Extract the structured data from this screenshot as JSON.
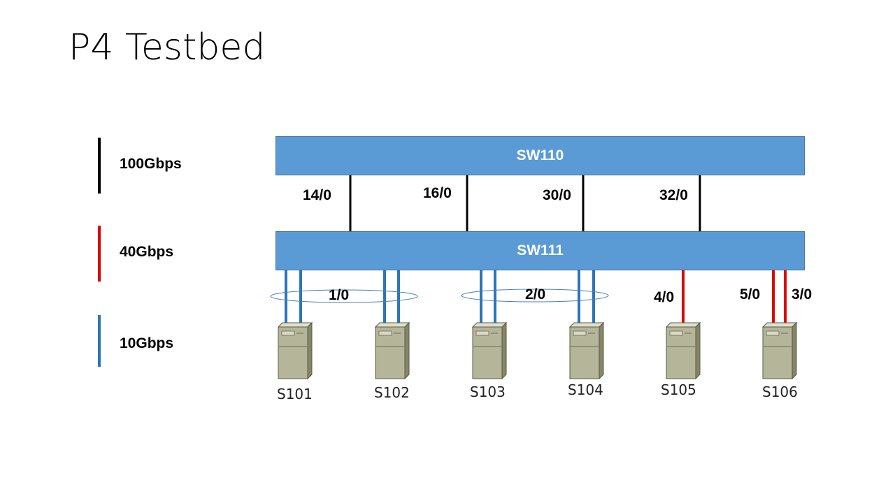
{
  "title": "P4 Testbed",
  "legend": [
    {
      "label": "100Gbps",
      "color": "#000000"
    },
    {
      "label": "40Gbps",
      "color": "#e00000"
    },
    {
      "label": "10Gbps",
      "color": "#2e75b6"
    }
  ],
  "switches": {
    "top": "SW110",
    "bottom": "SW111"
  },
  "uplink_ports": [
    "14/0",
    "16/0",
    "30/0",
    "32/0"
  ],
  "bundle_ports": [
    "1/0",
    "2/0"
  ],
  "red_ports": [
    "4/0",
    "5/0",
    "3/0"
  ],
  "servers": [
    "S101",
    "S102",
    "S103",
    "S104",
    "S105",
    "S106"
  ],
  "colors": {
    "switch_fill": "#5b9bd5",
    "link_100g": "#000000",
    "link_40g": "#e00000",
    "link_10g": "#2e75b6",
    "server_body": "#b5b59a"
  }
}
